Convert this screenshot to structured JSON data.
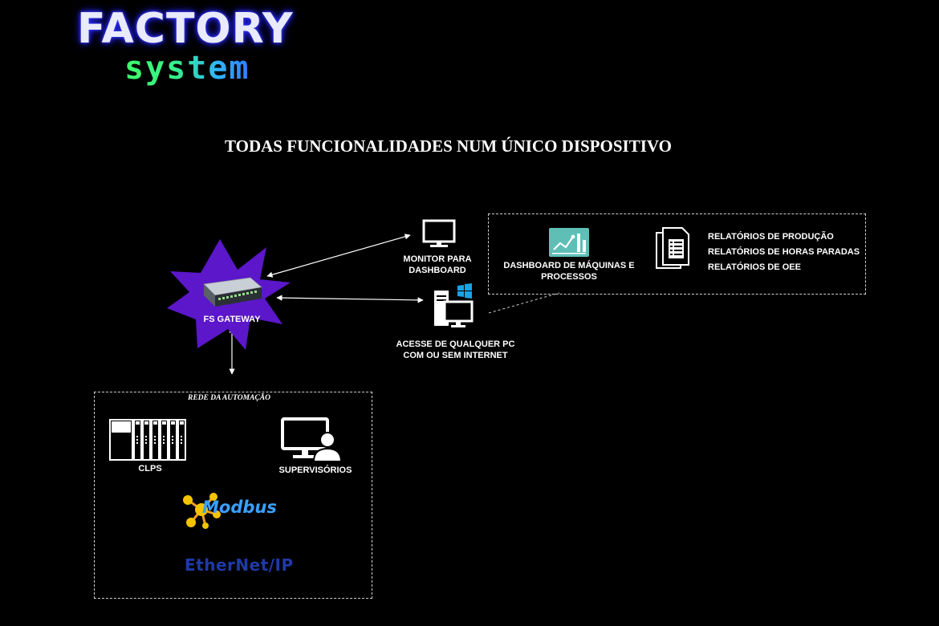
{
  "logo": {
    "main": "FACTORY",
    "sub": "system"
  },
  "headline": "TODAS FUNCIONALIDADES NUM ÚNICO DISPOSITIVO",
  "gateway": {
    "label": "FS GATEWAY"
  },
  "monitor": {
    "line1": "MONITOR PARA",
    "line2": "DASHBOARD"
  },
  "pc": {
    "line1": "ACESSE DE QUALQUER PC",
    "line2": "COM OU SEM INTERNET"
  },
  "dashboard": {
    "line1": "DASHBOARD DE MÁQUINAS E",
    "line2": "PROCESSOS"
  },
  "reports": [
    "RELATÓRIOS DE PRODUÇÃO",
    "RELATÓRIOS DE HORAS PARADAS",
    "RELATÓRIOS DE OEE"
  ],
  "automation": {
    "title": "REDE DA AUTOMAÇÃO",
    "clps": "CLPS",
    "supervisorios": "SUPERVISÓRIOS",
    "modbus": "Modbus",
    "ethernet": "EtherNet/IP"
  },
  "colors": {
    "background": "#000000",
    "star": "#5b17c9",
    "logo_glow": "#2a2aff",
    "dashboard_icon": "#5fbfb7",
    "modbus": "#3aa0ff",
    "ethernet": "#1f3aa6"
  }
}
